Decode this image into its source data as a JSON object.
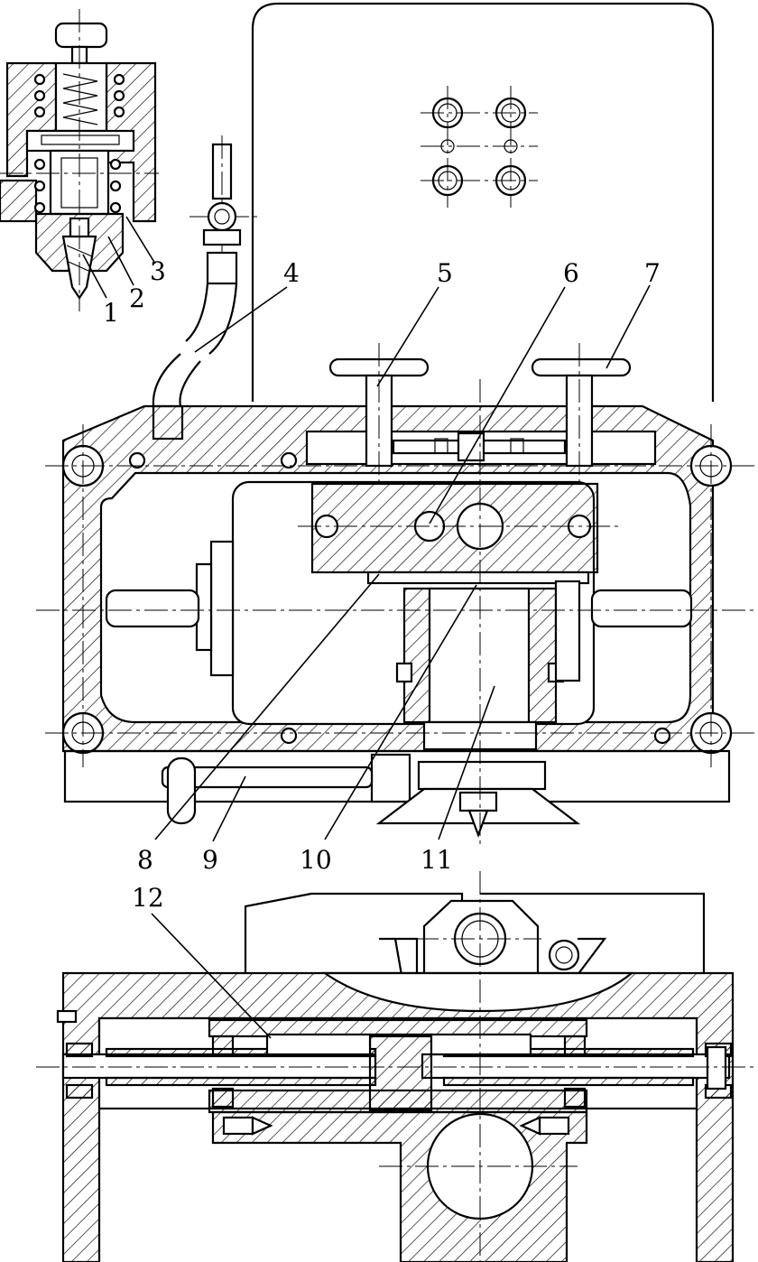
{
  "callouts": [
    {
      "id": "1",
      "label": "1"
    },
    {
      "id": "2",
      "label": "2"
    },
    {
      "id": "3",
      "label": "3"
    },
    {
      "id": "4",
      "label": "4"
    },
    {
      "id": "5",
      "label": "5"
    },
    {
      "id": "6",
      "label": "6"
    },
    {
      "id": "7",
      "label": "7"
    },
    {
      "id": "8",
      "label": "8"
    },
    {
      "id": "9",
      "label": "9"
    },
    {
      "id": "10",
      "label": "10"
    },
    {
      "id": "11",
      "label": "11"
    },
    {
      "id": "12",
      "label": "12"
    }
  ],
  "colors": {
    "line": "#000000",
    "background": "#ffffff"
  }
}
